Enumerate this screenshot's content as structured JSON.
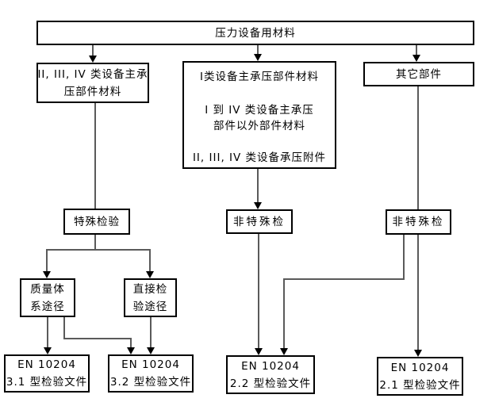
{
  "diagram": {
    "background_color": "#ffffff",
    "box_border_color": "#000000",
    "connector_color": "#5a5a5a",
    "arrowhead_color": "#000000",
    "nodes": {
      "root": {
        "label": "压力设备用材料"
      },
      "class234_main": {
        "lines": [
          "II, III, IV 类设备主承",
          "压部件材料"
        ]
      },
      "class1_and_others": {
        "lines": [
          "I类设备主承压部件材料",
          "I 到 IV 类设备主承压",
          "部件以外部件材料",
          "II, III, IV 类设备承压附件"
        ]
      },
      "other_parts": {
        "label": "其它部件"
      },
      "special_inspection": {
        "label": "特殊检验"
      },
      "non_special_mid": {
        "label": "非特殊检"
      },
      "non_special_right": {
        "label": "非特殊检"
      },
      "quality_system_route": {
        "lines": [
          "质量体",
          "系途径"
        ]
      },
      "direct_inspection_route": {
        "lines": [
          "直接检",
          "验途径"
        ]
      },
      "en10204_31": {
        "lines": [
          "EN 10204",
          "3.1 型检验文件"
        ]
      },
      "en10204_32": {
        "lines": [
          "EN 10204",
          "3.2 型检验文件"
        ]
      },
      "en10204_22": {
        "lines": [
          "EN 10204",
          "2.2 型检验文件"
        ]
      },
      "en10204_21": {
        "lines": [
          "EN 10204",
          "2.1 型检验文件"
        ]
      }
    }
  }
}
